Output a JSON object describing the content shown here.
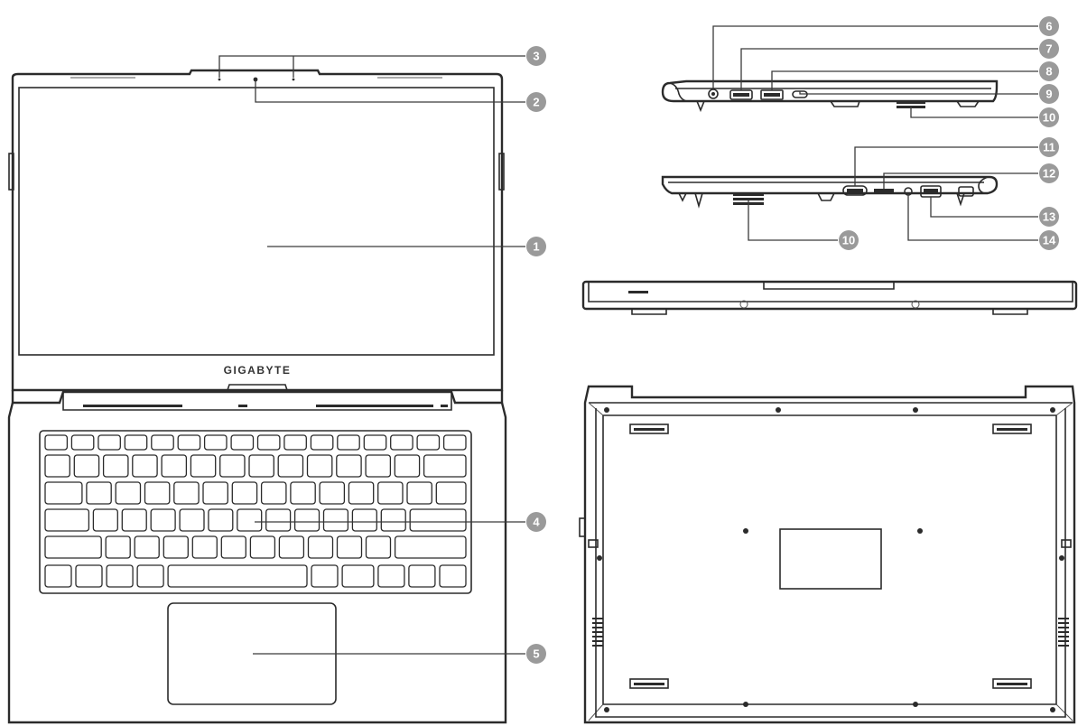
{
  "brand": "GIGABYTE",
  "callouts": [
    {
      "id": "c6",
      "label": "6"
    },
    {
      "id": "c7",
      "label": "7"
    },
    {
      "id": "c3",
      "label": "3"
    },
    {
      "id": "c8",
      "label": "8"
    },
    {
      "id": "c9",
      "label": "9"
    },
    {
      "id": "c2",
      "label": "2"
    },
    {
      "id": "c10a",
      "label": "10"
    },
    {
      "id": "c11",
      "label": "11"
    },
    {
      "id": "c12",
      "label": "12"
    },
    {
      "id": "c13",
      "label": "13"
    },
    {
      "id": "c10b",
      "label": "10"
    },
    {
      "id": "c14",
      "label": "14"
    },
    {
      "id": "c1",
      "label": "1"
    },
    {
      "id": "c4",
      "label": "4"
    },
    {
      "id": "c5",
      "label": "5"
    }
  ]
}
